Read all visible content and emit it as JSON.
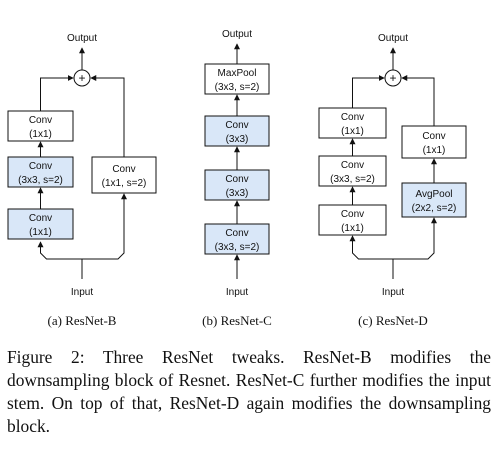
{
  "colors": {
    "highlight_fill": "#d9e7f8",
    "plain_fill": "#ffffff",
    "stroke": "#111111"
  },
  "diagrams": [
    {
      "output_label": "Output",
      "input_label": "Input",
      "adder_symbol": "+",
      "left_path": [
        {
          "line1": "Conv",
          "line2": "(1x1)",
          "highlight": false
        },
        {
          "line1": "Conv",
          "line2": "(3x3, s=2)",
          "highlight": true
        },
        {
          "line1": "Conv",
          "line2": "(1x1)",
          "highlight": true
        }
      ],
      "right_path": [
        {
          "line1": "Conv",
          "line2": "(1x1, s=2)",
          "highlight": false
        }
      ],
      "subcaption": "(a) ResNet-B"
    },
    {
      "output_label": "Output",
      "input_label": "Input",
      "stack": [
        {
          "line1": "MaxPool",
          "line2": "(3x3, s=2)",
          "highlight": false
        },
        {
          "line1": "Conv",
          "line2": "(3x3)",
          "highlight": true
        },
        {
          "line1": "Conv",
          "line2": "(3x3)",
          "highlight": true
        },
        {
          "line1": "Conv",
          "line2": "(3x3, s=2)",
          "highlight": true
        }
      ],
      "subcaption": "(b) ResNet-C"
    },
    {
      "output_label": "Output",
      "input_label": "Input",
      "adder_symbol": "+",
      "left_path": [
        {
          "line1": "Conv",
          "line2": "(1x1)",
          "highlight": false
        },
        {
          "line1": "Conv",
          "line2": "(3x3, s=2)",
          "highlight": false
        },
        {
          "line1": "Conv",
          "line2": "(1x1)",
          "highlight": false
        }
      ],
      "right_path": [
        {
          "line1": "Conv",
          "line2": "(1x1)",
          "highlight": false
        },
        {
          "line1": "AvgPool",
          "line2": "(2x2, s=2)",
          "highlight": true
        }
      ],
      "subcaption": "(c) ResNet-D"
    }
  ],
  "caption": "Figure 2: Three ResNet tweaks. ResNet-B modifies the downsampling block of Resnet. ResNet-C further modifies the input stem. On top of that, ResNet-D again modifies the downsampling block."
}
